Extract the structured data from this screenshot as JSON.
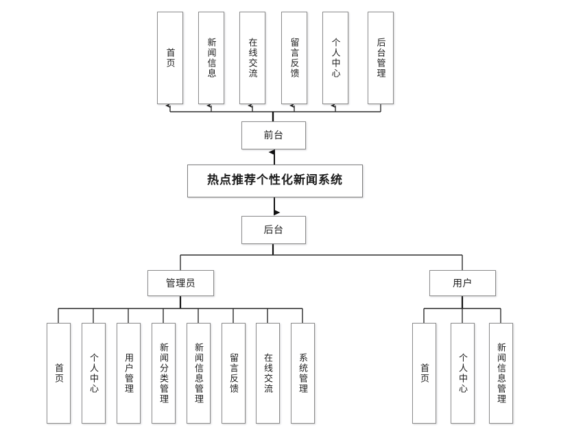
{
  "diagram": {
    "title": "热点推荐个性化新闻系统",
    "root": {
      "label": "热点推荐个性化新闻系统"
    },
    "frontend": {
      "label": "前台"
    },
    "backend": {
      "label": "后台"
    },
    "roles": [
      {
        "label": "管理员"
      },
      {
        "label": "用户"
      }
    ],
    "frontend_modules": [
      {
        "label": "首页"
      },
      {
        "label": "新闻信息"
      },
      {
        "label": "在线交流"
      },
      {
        "label": "留言反馈"
      },
      {
        "label": "个人中心"
      },
      {
        "label": "后台管理"
      }
    ],
    "admin_modules": [
      {
        "label": "首页"
      },
      {
        "label": "个人中心"
      },
      {
        "label": "用户管理"
      },
      {
        "label": "新闻分类管理"
      },
      {
        "label": "新闻信息管理"
      },
      {
        "label": "留言反馈"
      },
      {
        "label": "在线交流"
      },
      {
        "label": "系统管理"
      }
    ],
    "user_modules": [
      {
        "label": "首页"
      },
      {
        "label": "个人中心"
      },
      {
        "label": "新闻信息管理"
      }
    ],
    "colors": {
      "box_border": "#8a8a8a",
      "line": "#2a2a2a",
      "background": "#ffffff",
      "text": "#1b1b1b"
    }
  }
}
